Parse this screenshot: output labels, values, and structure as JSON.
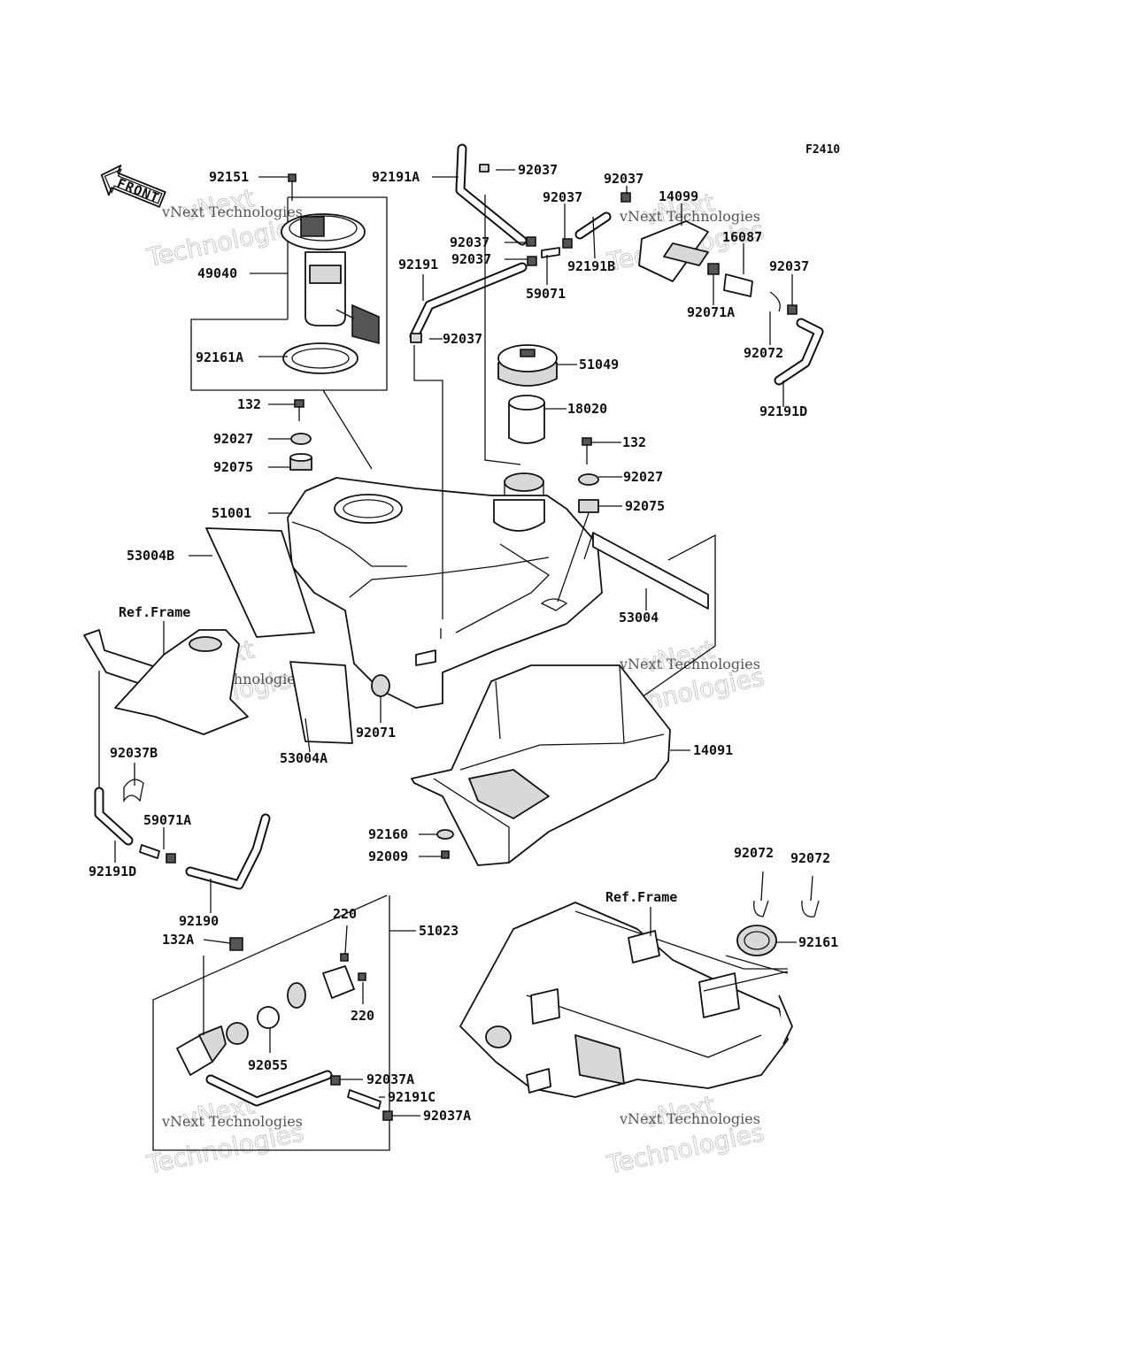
{
  "figure_id": "F2410",
  "front_arrow_label": "FRONT",
  "watermark": {
    "line1": "vNext",
    "line2": "Technologies",
    "small": "vNext Technologies"
  },
  "labels": {
    "p92151": "92151",
    "p49040": "49040",
    "p92161A": "92161A",
    "p132_left": "132",
    "p92027_left": "92027",
    "p92075_left": "92075",
    "p51001": "51001",
    "p53004B": "53004B",
    "ref_frame_left": "Ref.Frame",
    "p53004A": "53004A",
    "p92071": "92071",
    "p92037B": "92037B",
    "p59071A": "59071A",
    "p92191D_left": "92191D",
    "p92190": "92190",
    "p92191A": "92191A",
    "p92037_top": "92037",
    "p92037_mid": "92037",
    "p92037_a": "92037",
    "p92037_b": "92037",
    "p92191": "92191",
    "p59071": "59071",
    "p92191B": "92191B",
    "p92037_c": "92037",
    "p92037_right": "92037",
    "p14099": "14099",
    "p16087": "16087",
    "p92037_far": "92037",
    "p92071A": "92071A",
    "p92072_top": "92072",
    "p92191D_right": "92191D",
    "p51049": "51049",
    "p18020": "18020",
    "p132_right": "132",
    "p92027_right": "92027",
    "p92075_right": "92075",
    "p53004": "53004",
    "p14091": "14091",
    "p92160": "92160",
    "p92009": "92009",
    "p92072_a": "92072",
    "p92072_b": "92072",
    "ref_frame_right": "Ref.Frame",
    "p92161": "92161",
    "p220_a": "220",
    "p51023": "51023",
    "p132A": "132A",
    "p220_b": "220",
    "p92055": "92055",
    "p92037A_a": "92037A",
    "p92191C": "92191C",
    "p92037A_b": "92037A"
  }
}
